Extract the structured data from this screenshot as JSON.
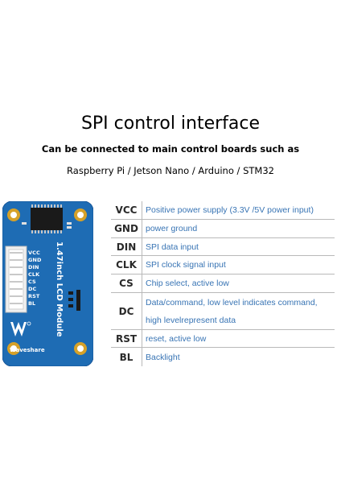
{
  "title": "SPI control interface",
  "subtitle_line1": "Can be connected to main control boards such as",
  "subtitle_line2": "Raspberry Pi / Jetson Nano / Arduino / STM32",
  "board": {
    "module_name": "1.47inch LCD Module",
    "brand": "Waveshare",
    "pin_labels": [
      "VCC",
      "GND",
      "DIN",
      "CLK",
      "CS",
      "DC",
      "RST",
      "BL"
    ],
    "colors": {
      "pcb": "#1e6cb4",
      "header": "#f0f0f0",
      "mount": "#d6a128"
    }
  },
  "pins": [
    {
      "name": "VCC",
      "desc": "Positive power supply (3.3V /5V power input)"
    },
    {
      "name": "GND",
      "desc": "power ground"
    },
    {
      "name": "DIN",
      "desc": "SPI data input"
    },
    {
      "name": "CLK",
      "desc": "SPI clock signal input"
    },
    {
      "name": "CS",
      "desc": "Chip select, active low"
    },
    {
      "name": "DC",
      "desc_line1": "Data/command, low level indicates command,",
      "desc_line2": "high levelrepresent data"
    },
    {
      "name": "RST",
      "desc": "reset, active low"
    },
    {
      "name": "BL",
      "desc": "Backlight"
    }
  ]
}
